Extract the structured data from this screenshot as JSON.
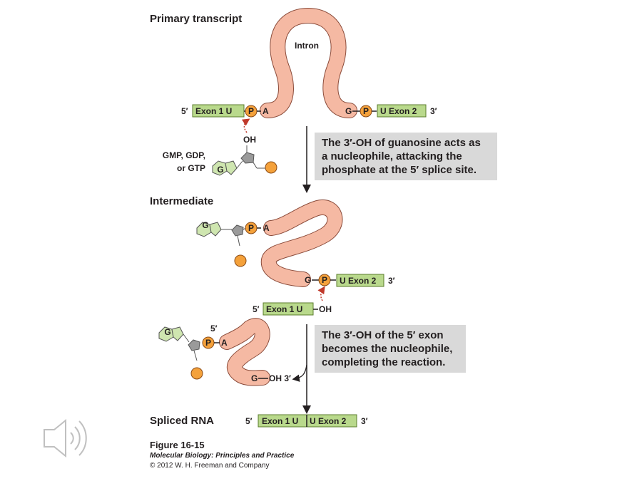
{
  "labels": {
    "primary_transcript": "Primary transcript",
    "intron": "Intron",
    "intermediate": "Intermediate",
    "spliced_rna": "Spliced RNA",
    "gmp_line1": "GMP, GDP,",
    "gmp_line2": "or GTP"
  },
  "molecule": {
    "five_prime": "5′",
    "three_prime": "3′",
    "exon1": "Exon 1 U",
    "exon2": "U Exon 2",
    "phosphate": "P",
    "a": "A",
    "g": "G",
    "u": "U",
    "oh": "OH",
    "oh3": "OH 3′",
    "spliced_exon1": "Exon 1  U",
    "spliced_exon2": "U Exon 2"
  },
  "steps": {
    "step1_line1": "The 3′-OH of guanosine acts as",
    "step1_line2": "a nucleophile, attacking the",
    "step1_line3": "phosphate at the 5′ splice site.",
    "step2_line1": "The 3′-OH of the 5′ exon",
    "step2_line2": "becomes the nucleophile,",
    "step2_line3": "completing the reaction."
  },
  "caption": {
    "figure": "Figure 16-15",
    "book": "Molecular Biology: Principles and Practice",
    "copyright": "© 2012 W. H. Freeman and Company"
  },
  "icons": [
    "speaker-icon"
  ],
  "colors": {
    "exon": "#b9d98c",
    "intron": "#f5b9a3",
    "phosphate": "#f4a13b",
    "guanosine_ring": "#cfe6b0",
    "callout": "#d9d9d9"
  }
}
